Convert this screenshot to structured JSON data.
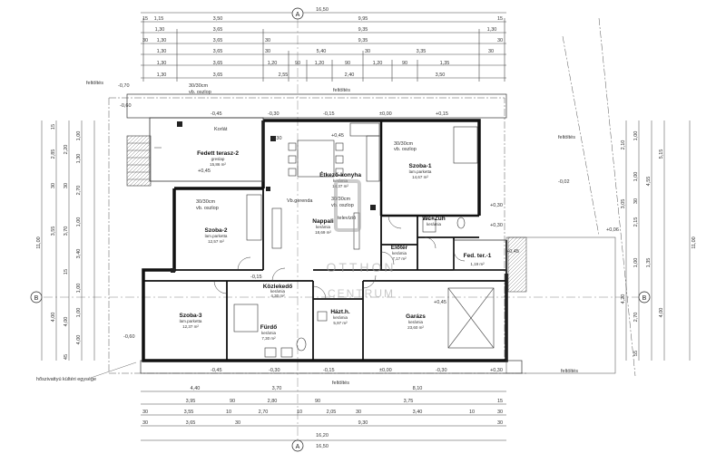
{
  "grid": {
    "a": "A",
    "b": "B"
  },
  "overall": {
    "width": "16,50",
    "width_bottom": "16,20",
    "height": "11,00",
    "height_right": "11,00"
  },
  "top_dims": {
    "row1": [
      "15",
      "1,15",
      "3,50",
      "9,95",
      "15"
    ],
    "row2": [
      "1,30",
      "3,65",
      "9,35",
      "1,30"
    ],
    "row3": [
      "30",
      "1,30",
      "3,65",
      "30",
      "9,35",
      "30"
    ],
    "row4": [
      "1,30",
      "3,65",
      "30",
      "5,40",
      "30",
      "3,35",
      "30"
    ],
    "row5": [
      "1,30",
      "3,65",
      "1,20",
      "90",
      "1,20",
      "90",
      "1,20",
      "90",
      "1,35"
    ],
    "row6": [
      "1,30",
      "3,65",
      "2,55",
      "2,40",
      "3,50"
    ]
  },
  "bottom_dims": {
    "row1": [
      "4,40",
      "3,70",
      "8,10"
    ],
    "row2": [
      "3,95",
      "90",
      "2,80",
      "90",
      "3,75",
      "15"
    ],
    "row3": [
      "30",
      "3,55",
      "10",
      "2,70",
      "10",
      "2,05",
      "30",
      "3,40",
      "10",
      "30"
    ],
    "row4": [
      "30",
      "3,65",
      "30",
      "9,30",
      "30"
    ]
  },
  "left_dims": {
    "col1": [
      "15",
      "2,85",
      "30",
      "3,55",
      "4,00"
    ],
    "col2": [
      "2,20",
      "30",
      "3,70",
      "15",
      "4,00",
      "45"
    ],
    "col3": [
      "1,00",
      "1,30",
      "2,70",
      "1,00",
      "3,40",
      "1,00",
      "1,00",
      "4,00"
    ]
  },
  "right_dims": {
    "col1": [
      "2,10",
      "3,05",
      "4,20"
    ],
    "col2": [
      "1,00",
      "1,00",
      "30",
      "2,15",
      "1,00",
      "2,70",
      "55"
    ],
    "col3": [
      "5,15",
      "4,55",
      "1,35",
      "4,00"
    ]
  },
  "rooms": [
    {
      "name": "Fedett terasz-2",
      "floor": "greslap",
      "area": "15,86 m²"
    },
    {
      "name": "Étkező-konyha",
      "floor": "kerámia",
      "area": "14,37 m²"
    },
    {
      "name": "Szoba-1",
      "floor": "lam.parketta",
      "area": "14,67 m²"
    },
    {
      "name": "Szoba-2",
      "floor": "lam.parketta",
      "area": "12,57 m²"
    },
    {
      "name": "Nappali",
      "floor": "kerámia",
      "area": "18,69 m²"
    },
    {
      "name": "Wc+Zuh",
      "floor": "kerámia",
      "area": ""
    },
    {
      "name": "Előtér",
      "floor": "kerámia",
      "area": "7,17 m²"
    },
    {
      "name": "Fed. ter.-1",
      "floor": "",
      "area": "1,19 m²"
    },
    {
      "name": "Közlekedő",
      "floor": "kerámia",
      "area": "4,30 m²"
    },
    {
      "name": "Szoba-3",
      "floor": "lam.parketta",
      "area": "12,37 m²"
    },
    {
      "name": "Fürdő",
      "floor": "kerámia",
      "area": "7,30 m²"
    },
    {
      "name": "Házt.h.",
      "floor": "kerámia",
      "area": "5,97 m²"
    },
    {
      "name": "Garázs",
      "floor": "kerámia",
      "area": "23,60 m²"
    }
  ],
  "labels": {
    "feltoltes": "feltöltés",
    "column_top": "30/30cm",
    "column_top2": "vb. oszlop",
    "korlat": "Korlát",
    "column_mid": "30/30cm",
    "column_mid2": "vb. oszlop",
    "column_left": "30/30cm",
    "column_left2": "vb. oszlop",
    "gerenda": "Vb.gerenda",
    "televizio": "televízió",
    "hoszivattyu": "hőszivattyú kültéri egysége"
  },
  "levels": {
    "l1": "-0,70",
    "l2": "-0,60",
    "l3": "-0,45",
    "l4": "-0,30",
    "l5": "-0,15",
    "l6": "±0,00",
    "l7": "+0,15",
    "l8": "+0,45",
    "l9": "-0,30",
    "l10": "+0,45",
    "l11": "-0,02",
    "l12": "+0,30",
    "l13": "+0,30",
    "l14": "-0,60",
    "l15": "-0,45",
    "l16": "-0,30",
    "l17": "-0,15",
    "l18": "±0,00",
    "l19": "-0,30",
    "l20": "+0,45",
    "l21": "+0,45",
    "l22": "+0,30",
    "l23": "-0,15",
    "l24": "+0,06"
  },
  "watermark": {
    "top": "OTTHON",
    "bottom": "CENTRUM"
  },
  "colors": {
    "line": "#222222",
    "dim": "#444444",
    "hatch": "#777777",
    "watermark": "#9a9a9a"
  }
}
